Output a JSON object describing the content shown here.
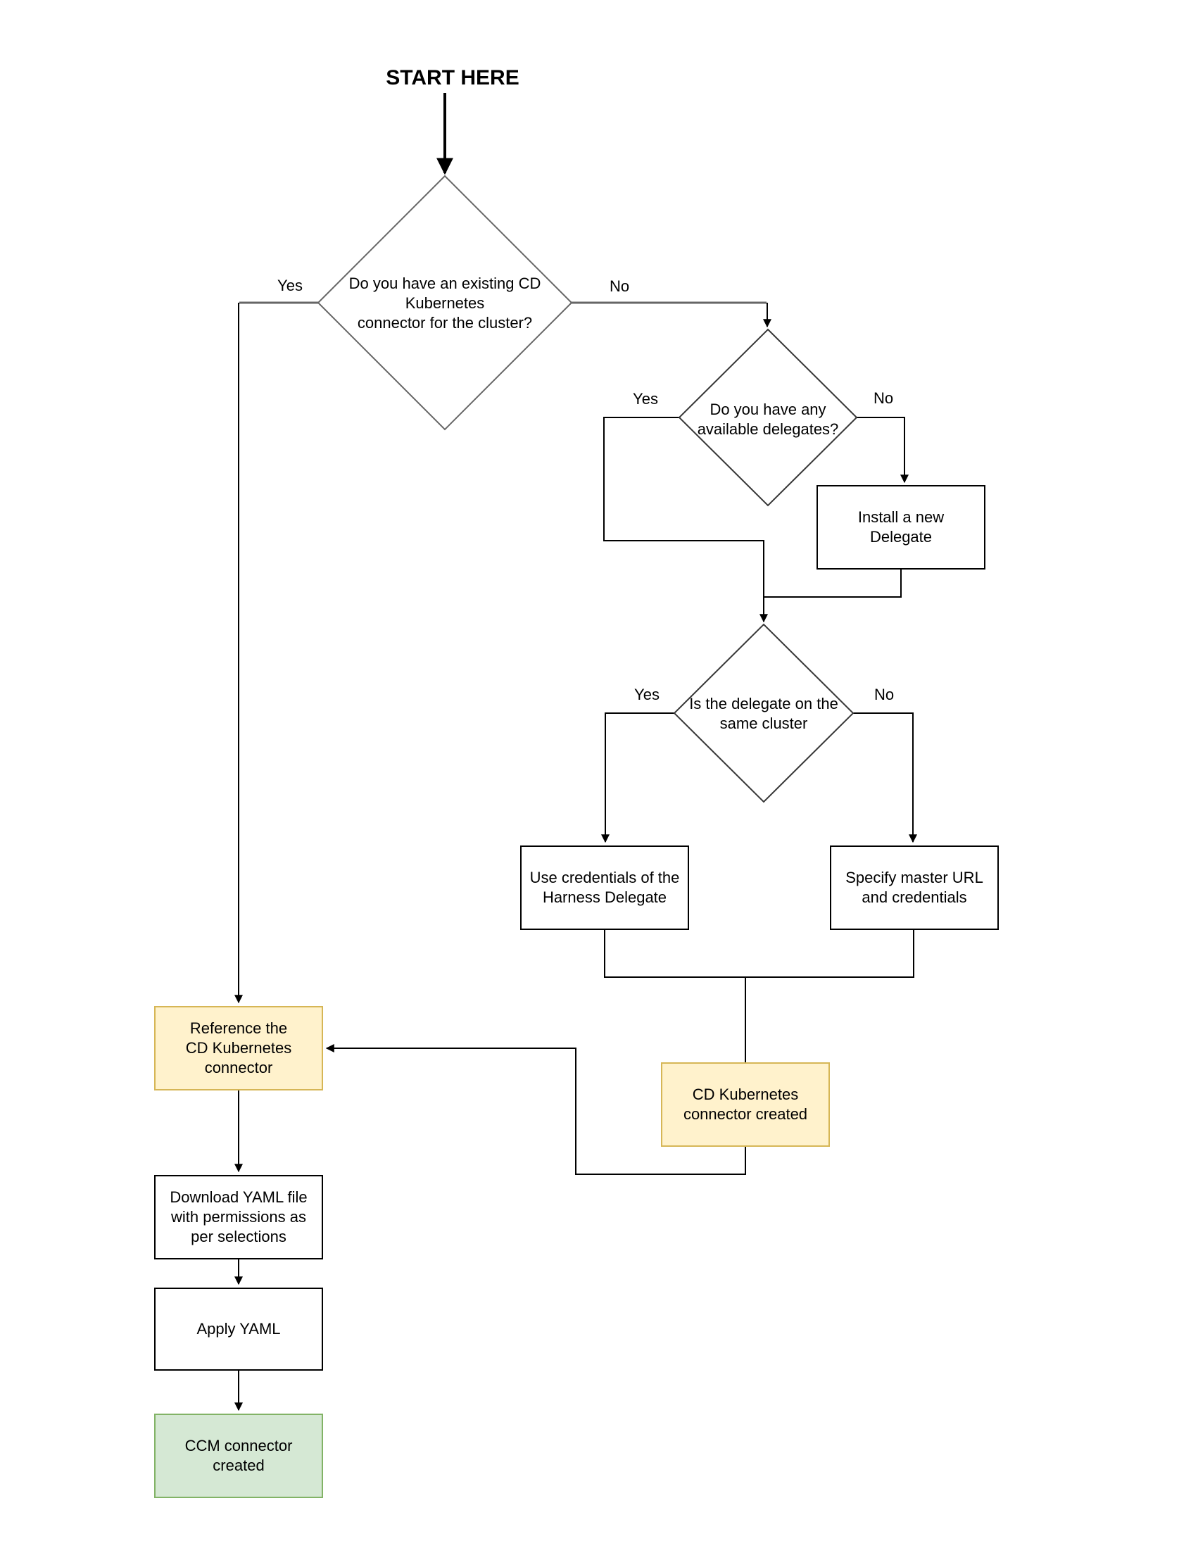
{
  "title": "START HERE",
  "nodes": {
    "q_existing_connector": "Do you have an existing CD\nKubernetes\nconnector for the cluster?",
    "q_available_delegates": "Do you have any\navailable delegates?",
    "install_delegate": "Install a new\nDelegate",
    "q_delegate_same_cluster": "Is the delegate on the\nsame cluster",
    "use_delegate_credentials": "Use credentials of the\nHarness Delegate",
    "specify_master_url": "Specify master URL\nand credentials",
    "cd_connector_created": "CD Kubernetes\nconnector created",
    "reference_cd_connector": "Reference the\nCD Kubernetes\nconnector",
    "download_yaml": "Download YAML file\nwith permissions as\nper selections",
    "apply_yaml": "Apply YAML",
    "ccm_connector_created": "CCM connector\ncreated"
  },
  "edge_labels": {
    "existing_yes": "Yes",
    "existing_no": "No",
    "delegates_yes": "Yes",
    "delegates_no": "No",
    "same_cluster_yes": "Yes",
    "same_cluster_no": "No"
  },
  "colors": {
    "milestone_fill": "#FFF2CC",
    "milestone_border": "#D6B656",
    "terminal_fill": "#D5E8D4",
    "terminal_border": "#82B366",
    "line": "#000000",
    "diamond_stroke": "#666666",
    "text": "#000000",
    "background": "#FFFFFF"
  }
}
